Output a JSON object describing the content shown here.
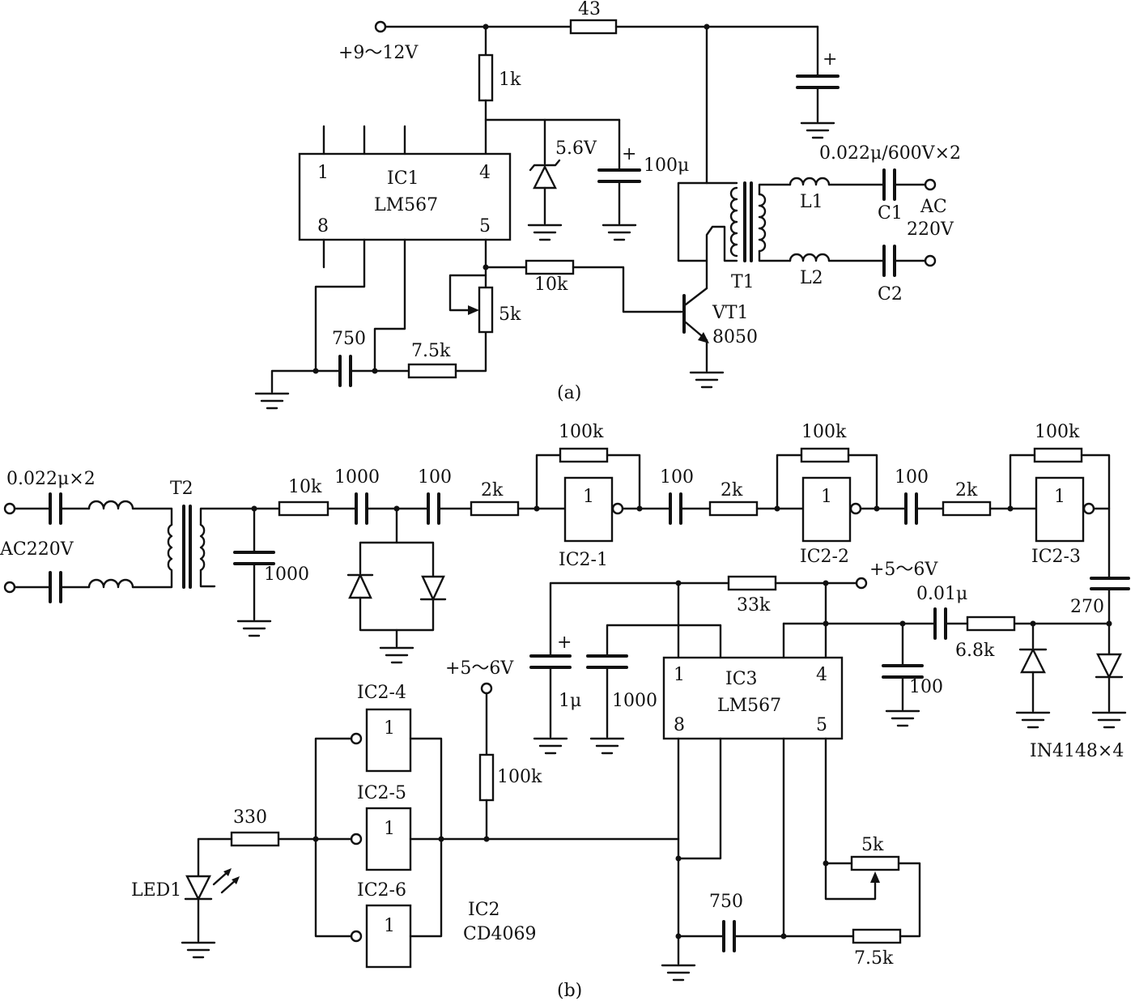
{
  "colors": {
    "ink": "#111111",
    "background": "#ffffff"
  },
  "circuit_a": {
    "caption": "(a)",
    "supply": "+9～12V",
    "ic1": {
      "name": "IC1",
      "part": "LM567",
      "pins": {
        "p1": "1",
        "p4": "4",
        "p5": "5",
        "p8": "8"
      }
    },
    "r_43": "43",
    "r_1k": "1k",
    "zener": "5.6V",
    "cap_100u": "100μ",
    "r_10k": "10k",
    "pot_5k": "5k",
    "cap_750": "750",
    "r_7_5k": "7.5k",
    "vt1": {
      "name": "VT1",
      "part": "8050"
    },
    "t1": "T1",
    "l1": "L1",
    "l2": "L2",
    "c1": "C1",
    "c2": "C2",
    "coupling": "0.022μ/600V×2",
    "ac_line1": "AC",
    "ac_line2": "220V",
    "plus": "+"
  },
  "circuit_b": {
    "caption": "(b)",
    "coupling": "0.022μ×2",
    "ac": "AC220V",
    "t2": "T2",
    "cap_1000_shunt": "1000",
    "r_10k": "10k",
    "cap_1000_series": "1000",
    "cap_100_a": "100",
    "r_2k_a": "2k",
    "r_100k_a": "100k",
    "inv_one": "1",
    "ic2_1": "IC2-1",
    "cap_100_b": "100",
    "r_2k_b": "2k",
    "r_100k_b": "100k",
    "ic2_2": "IC2-2",
    "cap_100_c": "100",
    "r_2k_c": "2k",
    "r_100k_c": "100k",
    "ic2_3": "IC2-3",
    "cap_270": "270",
    "supply_right": "+5～6V",
    "r_33k": "33k",
    "cap_0_01u": "0.01μ",
    "r_6_8k": "6.8k",
    "cap_100_d": "100",
    "diodes": "IN4148×4",
    "supply_left": "+5～6V",
    "cap_1u": "1μ",
    "cap_1000_c": "1000",
    "ic3": {
      "name": "IC3",
      "part": "LM567",
      "pins": {
        "p1": "1",
        "p4": "4",
        "p5": "5",
        "p8": "8"
      }
    },
    "r_100k_pull": "100k",
    "ic2_4": "IC2-4",
    "ic2_5": "IC2-5",
    "ic2_6": "IC2-6",
    "ic2": {
      "name": "IC2",
      "part": "CD4069"
    },
    "r_330": "330",
    "led1": "LED1",
    "pot_5k": "5k",
    "cap_750": "750",
    "r_7_5k": "7.5k",
    "plus": "+"
  }
}
